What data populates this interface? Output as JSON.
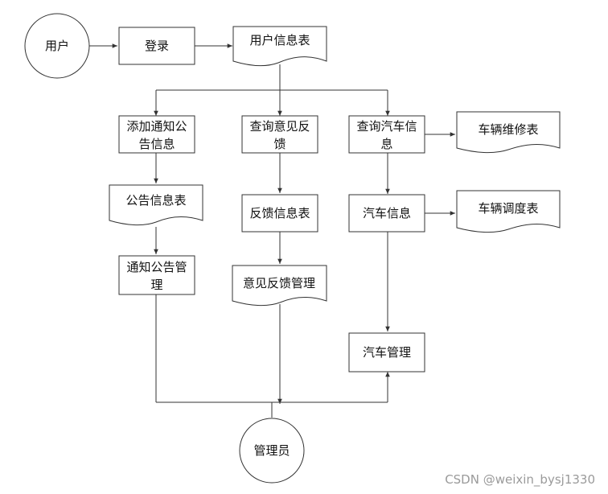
{
  "colors": {
    "stroke": "#333333",
    "fill": "#ffffff",
    "text": "#111111",
    "watermark": "#9a9a9a"
  },
  "nodes": {
    "user": "用户",
    "login": "登录",
    "user_table": "用户信息表",
    "add_notice": [
      "添加通知公",
      "告信息"
    ],
    "query_feedback": [
      "查询意见反",
      "馈"
    ],
    "query_car": [
      "查询汽车信",
      "息"
    ],
    "repair_table": "车辆维修表",
    "notice_table": "公告信息表",
    "feedback_table": "反馈信息表",
    "car_info": "汽车信息",
    "dispatch_table": "车辆调度表",
    "notice_mgmt": [
      "通知公告管",
      "理"
    ],
    "feedback_mgmt": "意见反馈管理",
    "car_mgmt": "汽车管理",
    "admin": "管理员"
  },
  "watermark": "CSDN @weixin_bysj1330"
}
